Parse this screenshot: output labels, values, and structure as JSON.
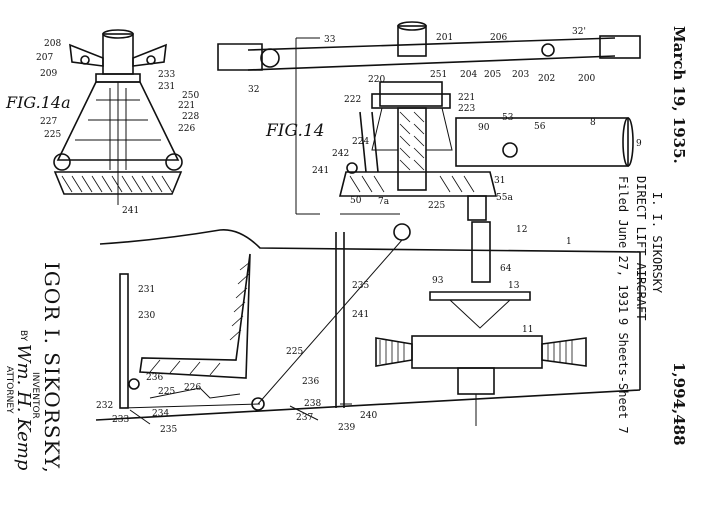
{
  "header": {
    "date": "March 19, 1935.",
    "inventor_short": "I. I. SIKORSKY",
    "patent_number": "1,994,488",
    "title": "DIRECT LIFT AIRCRAFT",
    "filed": "Filed June 27, 1931",
    "sheets": "9 Sheets-Sheet 7"
  },
  "figures": {
    "fig14a": "FIG.14a",
    "fig14": "FIG.14"
  },
  "refs": {
    "r208": "208",
    "r207": "207",
    "r209": "209",
    "r233": "233",
    "r231": "231",
    "r250": "250",
    "r221": "221",
    "r227": "227",
    "r228": "228",
    "r225": "225",
    "r226": "226",
    "r241": "241",
    "r33": "33",
    "r201": "201",
    "r206": "206",
    "r32p": "32'",
    "r32": "32",
    "r220": "220",
    "r251": "251",
    "r204": "204",
    "r205": "205",
    "r203": "203",
    "r202": "202",
    "r200": "200",
    "r222": "222",
    "r221b": "221",
    "r223": "223",
    "r53": "53",
    "r56": "56",
    "r8": "8",
    "r90": "90",
    "r9": "9",
    "r224": "224",
    "r242": "242",
    "r241b": "241",
    "r31": "31",
    "r55a": "55a",
    "r50": "50",
    "r7a": "7a",
    "r225b": "225",
    "r12": "12",
    "r1": "1",
    "r64": "64",
    "r93": "93",
    "r13": "13",
    "r11": "11",
    "r231b": "231",
    "r230": "230",
    "r235": "235",
    "r241c": "241",
    "r225c": "225",
    "r236": "236",
    "r225d": "225",
    "r226b": "226",
    "r236b": "236",
    "r238": "238",
    "r240": "240",
    "r232": "232",
    "r234": "234",
    "r233b": "233",
    "r237": "237",
    "r239": "239",
    "r235b": "235"
  },
  "inventor_block": {
    "name": "IGOR I. SIKORSKY,",
    "role": "INVENTOR",
    "by": "BY",
    "signature": "Wm. H. Kemp",
    "attorney": "ATTORNEY"
  }
}
